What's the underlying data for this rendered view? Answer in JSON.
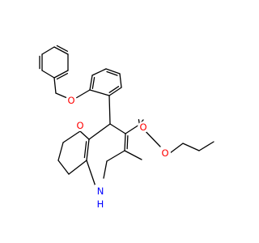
{
  "molecule": {
    "colors": {
      "oxygen": "#ff0000",
      "nitrogen": "#0000ff",
      "carbon_bond": "#000000",
      "background": "#ffffff"
    },
    "atoms": {
      "O_ketone": "O",
      "O_ether": "O",
      "O_ester_carbonyl": "O",
      "O_ester_alkoxy": "O",
      "N_ring": "N",
      "H_on_N": "H"
    }
  }
}
